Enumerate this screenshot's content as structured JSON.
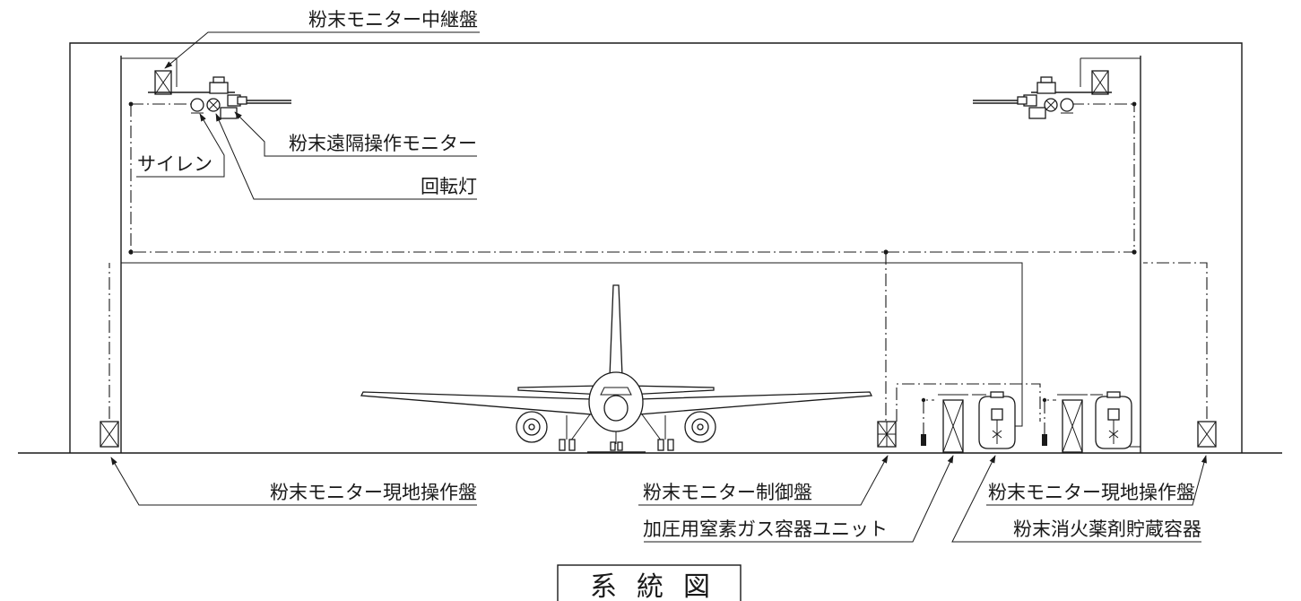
{
  "title": "系統図",
  "labels": {
    "relay_panel": "粉末モニター中継盤",
    "remote_monitor": "粉末遠隔操作モニター",
    "siren": "サイレン",
    "rotating_light": "回転灯",
    "local_panel_left": "粉末モニター現地操作盤",
    "control_panel": "粉末モニター制御盤",
    "nitrogen_unit": "加圧用窒素ガス容器ユニット",
    "local_panel_right": "粉末モニター現地操作盤",
    "agent_container": "粉末消火薬剤貯蔵容器"
  }
}
